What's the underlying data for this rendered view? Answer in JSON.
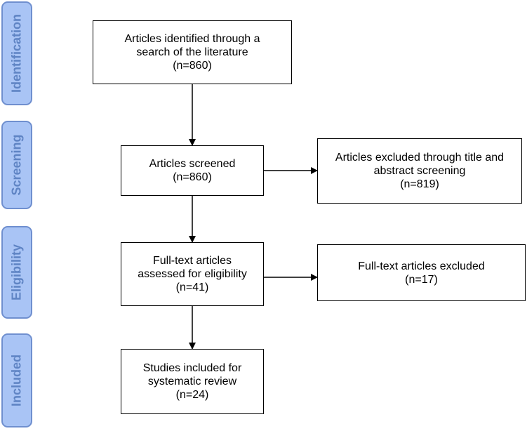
{
  "stages": {
    "identification": "Identification",
    "screening": "Screening",
    "eligibility": "Eligibility",
    "included": "Included"
  },
  "boxes": {
    "identified": {
      "line1": "Articles identified through a",
      "line2": "search of the literature",
      "count": "(n=860)"
    },
    "screened": {
      "line1": "Articles screened",
      "count": "(n=860)"
    },
    "excluded_title": {
      "line1": "Articles excluded through title and",
      "line2": "abstract screening",
      "count": "(n=819)"
    },
    "assessed": {
      "line1": "Full-text articles",
      "line2": "assessed for eligibility",
      "count": "(n=41)"
    },
    "excluded_fulltext": {
      "line1": "Full-text articles excluded",
      "count": "(n=17)"
    },
    "included": {
      "line1": "Studies included for",
      "line2": "systematic review",
      "count": "(n=24)"
    }
  },
  "colors": {
    "stage_fill": "#a9c4f5",
    "stage_border": "#6f8fcf",
    "stage_text": "#5f84c4"
  }
}
